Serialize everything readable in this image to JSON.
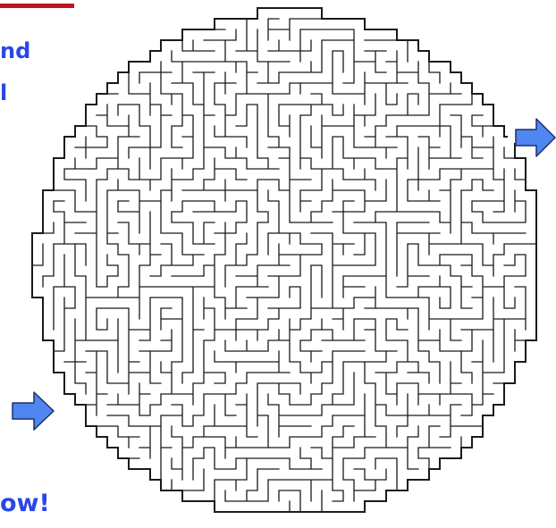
{
  "colors": {
    "accent_red": "#c0161b",
    "text_blue": "#2a47e6",
    "maze_line": "#1a1a1a",
    "arrow_fill": "#4f86ef",
    "arrow_stroke": "#1e2e6b",
    "background": "#ffffff"
  },
  "fragments": {
    "top_line_1": "nd",
    "top_line_2": "l",
    "bottom_line": "ow!"
  },
  "maze": {
    "shape": "circle",
    "entrance_icon": "right-arrow-icon",
    "exit_icon": "right-arrow-icon"
  }
}
